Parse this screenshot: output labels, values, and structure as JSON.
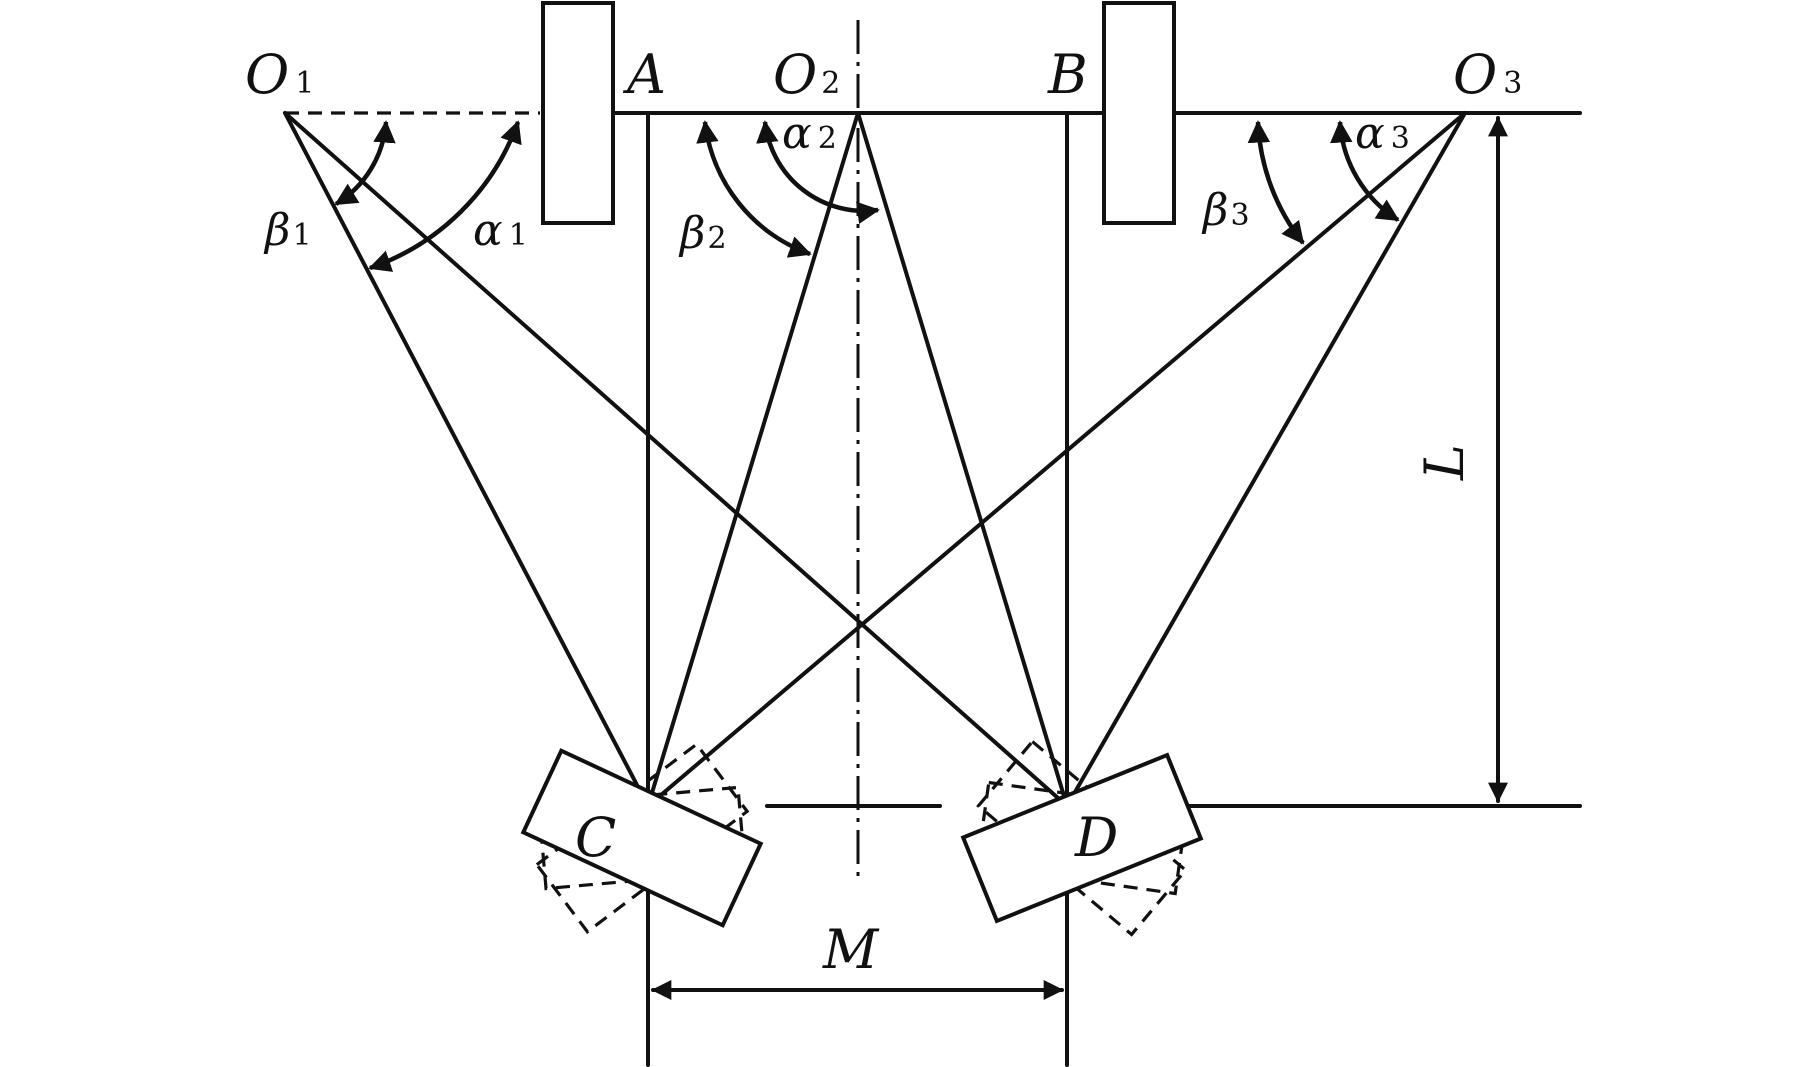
{
  "labels": {
    "O1": "O",
    "O1_sub": "1",
    "O2": "O",
    "O2_sub": "2",
    "O3": "O",
    "O3_sub": "3",
    "A": "A",
    "B": "B",
    "C": "C",
    "D": "D",
    "L": "L",
    "M": "M",
    "alpha1": "α",
    "alpha1_sub": "1",
    "alpha2": "α",
    "alpha2_sub": "2",
    "alpha3": "α",
    "alpha3_sub": "3",
    "beta1": "β",
    "beta1_sub": "1",
    "beta2": "β",
    "beta2_sub": "2",
    "beta3": "β",
    "beta3_sub": "3"
  }
}
